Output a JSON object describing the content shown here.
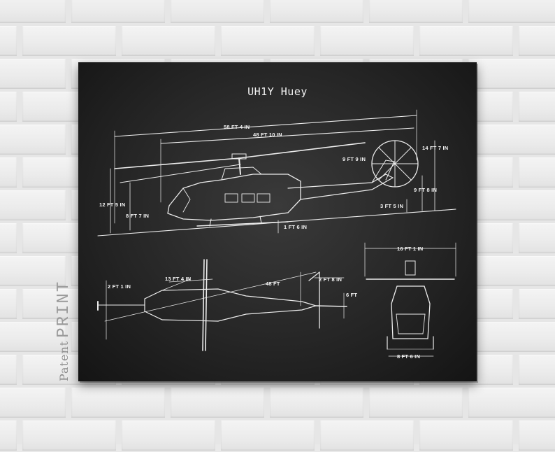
{
  "poster": {
    "title": "UH1Y Huey"
  },
  "dimensions": {
    "side_overall_length": "58 FT 4 IN",
    "side_fuselage_length": "48 FT 10 IN",
    "side_tail_rotor": "9 FT 9 IN",
    "side_total_height": "14 FT 7 IN",
    "side_tail_height": "9 FT 8 IN",
    "side_hub_height": "12 FT 5 IN",
    "side_cabin_height": "8 FT 7 IN",
    "side_rear_height": "3 FT 5 IN",
    "side_ground_clearance": "1 FT 6 IN",
    "top_width": "2 FT 1 IN",
    "top_rotor_span": "13 FT 4 IN",
    "top_length": "48 FT",
    "top_tail_offset": "2 FT 8 IN",
    "top_stabilizer": "6 FT",
    "front_rotor_width": "16 FT 1 IN",
    "front_skid_width": "8 FT 6 IN"
  },
  "brand": {
    "word1": "Patent",
    "word2": "PRINT"
  }
}
